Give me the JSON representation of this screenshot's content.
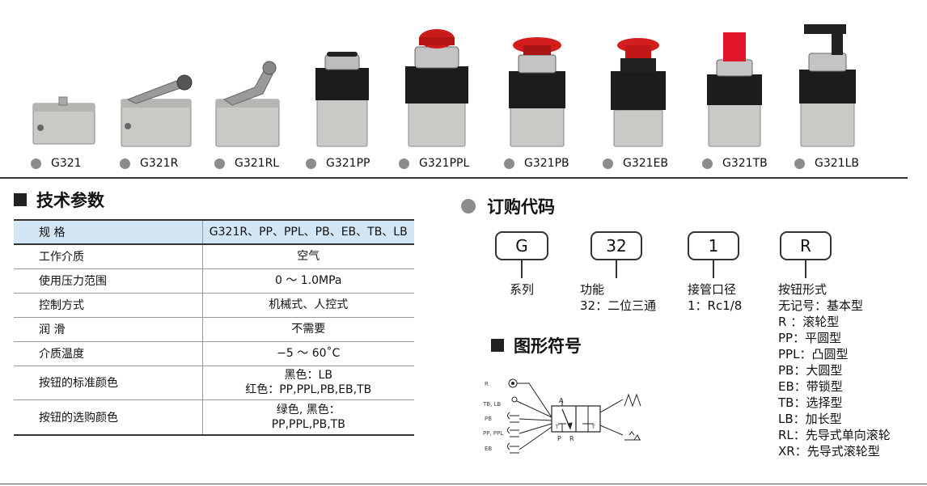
{
  "products": [
    {
      "model": "G321"
    },
    {
      "model": "G321R"
    },
    {
      "model": "G321RL"
    },
    {
      "model": "G321PP"
    },
    {
      "model": "G321PPL"
    },
    {
      "model": "G321PB"
    },
    {
      "model": "G321EB"
    },
    {
      "model": "G321TB"
    },
    {
      "model": "G321LB"
    }
  ],
  "spec_section": {
    "title": "技术参数",
    "rows": [
      {
        "key": "规 格",
        "value": "G321R、PP、PPL、PB、EB、TB、LB"
      },
      {
        "key": "工作介质",
        "value": "空气"
      },
      {
        "key": "使用压力范围",
        "value": "0 ～ 1.0MPa"
      },
      {
        "key": "控制方式",
        "value": "机械式、人控式"
      },
      {
        "key": "润 滑",
        "value": "不需要"
      },
      {
        "key": "介质温度",
        "value": "−5 ～ 60˚C"
      },
      {
        "key": "按钮的标准颜色",
        "value": "黑色：LB",
        "value2": "红色：PP,PPL,PB,EB,TB"
      },
      {
        "key": "按钮的选购颜色",
        "value": "绿色, 黑色：",
        "value2": "PP,PPL,PB,TB"
      }
    ]
  },
  "order_section": {
    "title": "订购代码",
    "codes": [
      {
        "code": "G",
        "label": "系列",
        "detail": ""
      },
      {
        "code": "32",
        "label": "功能",
        "detail": "32：二位三通"
      },
      {
        "code": "1",
        "label": "接管口径",
        "detail": "1：Rc1/8"
      },
      {
        "code": "R",
        "label": "按钮形式",
        "detail": ""
      }
    ],
    "button_types": [
      "无记号：基本型",
      "R ：滚轮型",
      "PP：平圆型",
      "PPL：凸圆型",
      "PB：大圆型",
      "EB：带锁型",
      "TB：选择型",
      "LB：加长型",
      "RL：先导式单向滚轮",
      "XR：先导式滚轮型"
    ]
  },
  "symbol_section": {
    "title": "图形符号",
    "actuator_labels": [
      "R",
      "TB, LB",
      "PB",
      "PP, PPL",
      "EB"
    ],
    "port_labels": {
      "top": "A",
      "bottom_left": "P",
      "bottom_right": "R",
      "exhaust_left": "T",
      "exhaust_right": "T"
    }
  }
}
